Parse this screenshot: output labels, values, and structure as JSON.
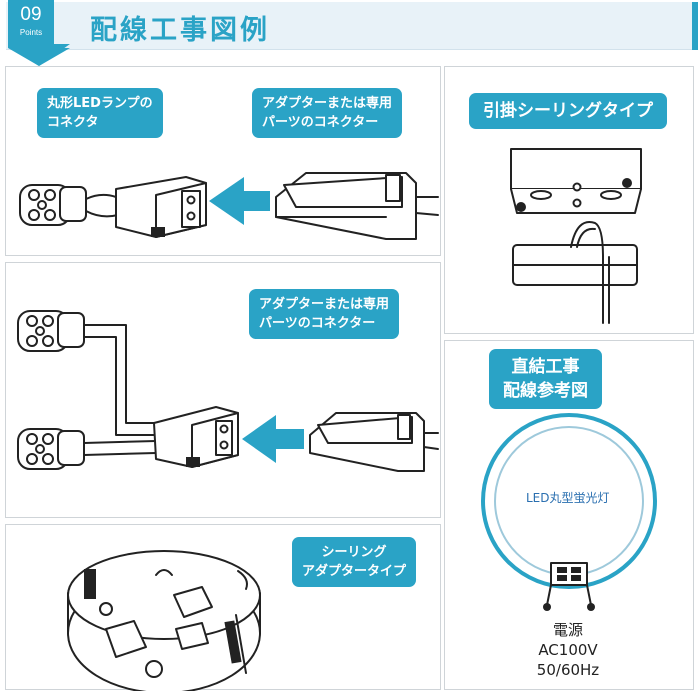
{
  "header": {
    "badge_number": "09",
    "badge_label": "Points",
    "title": "配線工事図例"
  },
  "panel_connector": {
    "label_ring_lines": [
      "丸形LEDランプの",
      "コネクタ"
    ],
    "label_adapter_lines": [
      "アダプターまたは専用",
      "パーツのコネクター"
    ]
  },
  "panel_double": {
    "label_adapter_lines": [
      "アダプターまたは専用",
      "パーツのコネクター"
    ]
  },
  "panel_ceiling_adapter": {
    "label_lines": [
      "シーリング",
      "アダプタータイプ"
    ]
  },
  "panel_hook_ceiling": {
    "label": "引掛シーリングタイプ"
  },
  "panel_direct": {
    "label_lines": [
      "直結工事",
      "配線参考図"
    ],
    "ring_label": "LED丸型蛍光灯",
    "power_lines": [
      "電源",
      "AC100V",
      "50/60Hz"
    ]
  },
  "colors": {
    "accent": "#2aa3c6",
    "panel_border": "#cfd4d8",
    "header_bg": "#e8f2f8"
  }
}
